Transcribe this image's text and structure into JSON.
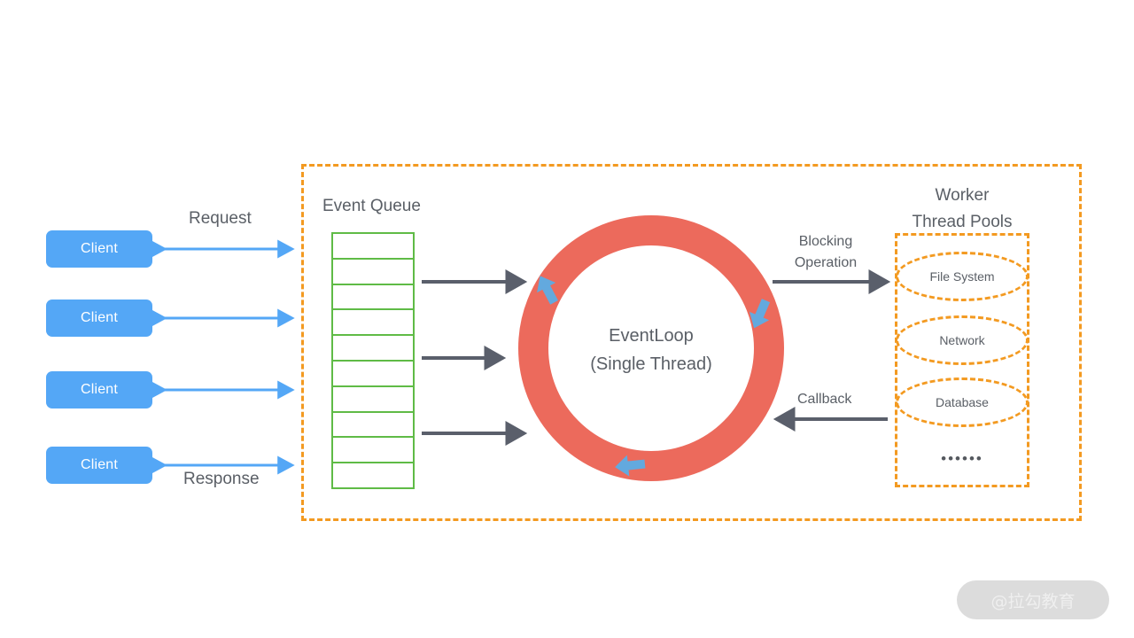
{
  "diagram": {
    "title_hidden": "",
    "clients": [
      {
        "label": "Client"
      },
      {
        "label": "Client"
      },
      {
        "label": "Client"
      },
      {
        "label": "Client"
      }
    ],
    "flow_labels": {
      "request": "Request",
      "response": "Response",
      "blocking_operation_line1": "Blocking",
      "blocking_operation_line2": "Operation",
      "callback": "Callback"
    },
    "event_queue": {
      "title": "Event Queue",
      "cell_count": 10,
      "border_color": "#5FBB46"
    },
    "event_loop": {
      "line1": "EventLoop",
      "line2": "(Single Thread)",
      "ring_color": "#EC6A5C",
      "rotation_arrow_color": "#63A9DE",
      "rotation_arrow_count": 3
    },
    "worker_pool": {
      "title_line1": "Worker",
      "title_line2": "Thread Pools",
      "items": [
        {
          "label": "File System"
        },
        {
          "label": "Network"
        },
        {
          "label": "Database"
        }
      ],
      "more_indicator": "••••••",
      "border_color": "#F39A21"
    },
    "colors": {
      "client_blue": "#54A7F6",
      "arrow_blue": "#54A7F6",
      "arrow_gray": "#5A5F6B",
      "queue_green": "#5FBB46",
      "orange_dashed": "#F39A21",
      "loop_red": "#EC6A5C",
      "text_gray": "#5A5F66",
      "background": "#FFFFFF"
    },
    "watermark": {
      "text": "@拉勾教育"
    }
  }
}
